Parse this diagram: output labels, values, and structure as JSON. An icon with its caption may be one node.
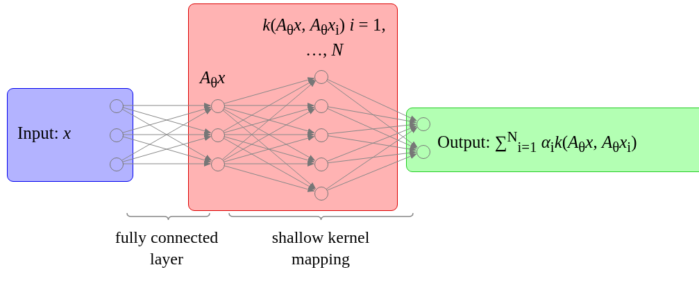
{
  "diagram": {
    "nodes": [
      {
        "text": [
          "Input: *x*"
        ]
      },
      {
        "text": [
          "*k*(*A*$_{θ}$*x*, *A*$_{θ}$*x*$_{i}$) *i* = 1, …, *N*",
          "*A*$_{θ}$*x*"
        ]
      },
      {
        "text": [
          "Output: ∑$^{N}$$_{i=1}$ *α*$_{i}$*k*(*A*$_{θ}$*x*, *A*$_{θ}$*x*$_{i}$)"
        ]
      },
      {
        "text": [],
        "shape": "circle",
        "in": 0
      },
      {
        "text": [],
        "shape": "circle",
        "in": 0
      },
      {
        "text": [],
        "shape": "circle",
        "in": 0
      },
      {
        "text": [],
        "shape": "circle",
        "in": 1
      },
      {
        "text": [],
        "shape": "circle",
        "in": 1
      },
      {
        "text": [],
        "shape": "circle",
        "in": 1
      },
      {
        "text": [],
        "shape": "circle",
        "in": 1
      },
      {
        "text": [],
        "shape": "circle",
        "in": 1
      },
      {
        "text": [],
        "shape": "circle",
        "in": 1
      },
      {
        "text": [],
        "shape": "circle",
        "in": 1
      },
      {
        "text": [],
        "shape": "circle",
        "in": 1
      },
      {
        "text": [],
        "shape": "circle",
        "in": 2
      },
      {
        "text": [],
        "shape": "circle",
        "in": 2
      }
    ],
    "edges": [
      {
        "from": 3,
        "to": 6,
        "arrow": "to"
      },
      {
        "from": 3,
        "to": 7,
        "arrow": "to"
      },
      {
        "from": 3,
        "to": 8,
        "arrow": "to"
      },
      {
        "from": 4,
        "to": 6,
        "arrow": "to"
      },
      {
        "from": 4,
        "to": 7,
        "arrow": "to"
      },
      {
        "from": 4,
        "to": 8,
        "arrow": "to"
      },
      {
        "from": 5,
        "to": 6,
        "arrow": "to"
      },
      {
        "from": 5,
        "to": 7,
        "arrow": "to"
      },
      {
        "from": 5,
        "to": 8,
        "arrow": "to"
      },
      {
        "from": 6,
        "to": 9,
        "arrow": "to"
      },
      {
        "from": 6,
        "to": 10,
        "arrow": "to"
      },
      {
        "from": 6,
        "to": 11,
        "arrow": "to"
      },
      {
        "from": 6,
        "to": 12,
        "arrow": "to"
      },
      {
        "from": 6,
        "to": 13,
        "arrow": "to"
      },
      {
        "from": 7,
        "to": 9,
        "arrow": "to"
      },
      {
        "from": 7,
        "to": 10,
        "arrow": "to"
      },
      {
        "from": 7,
        "to": 11,
        "arrow": "to"
      },
      {
        "from": 7,
        "to": 12,
        "arrow": "to"
      },
      {
        "from": 7,
        "to": 13,
        "arrow": "to"
      },
      {
        "from": 8,
        "to": 9,
        "arrow": "to"
      },
      {
        "from": 8,
        "to": 10,
        "arrow": "to"
      },
      {
        "from": 8,
        "to": 11,
        "arrow": "to"
      },
      {
        "from": 8,
        "to": 12,
        "arrow": "to"
      },
      {
        "from": 8,
        "to": 13,
        "arrow": "to"
      },
      {
        "from": 9,
        "to": 14,
        "arrow": "to"
      },
      {
        "from": 9,
        "to": 15,
        "arrow": "to"
      },
      {
        "from": 10,
        "to": 14,
        "arrow": "to"
      },
      {
        "from": 10,
        "to": 15,
        "arrow": "to"
      },
      {
        "from": 11,
        "to": 14,
        "arrow": "to"
      },
      {
        "from": 11,
        "to": 15,
        "arrow": "to"
      },
      {
        "from": 12,
        "to": 14,
        "arrow": "to"
      },
      {
        "from": 12,
        "to": 15,
        "arrow": "to"
      },
      {
        "from": 13,
        "to": 14,
        "arrow": "to"
      },
      {
        "from": 13,
        "to": 15,
        "arrow": "to"
      }
    ],
    "labels": [
      "fully connected layer",
      "shallow kernel mapping"
    ]
  }
}
